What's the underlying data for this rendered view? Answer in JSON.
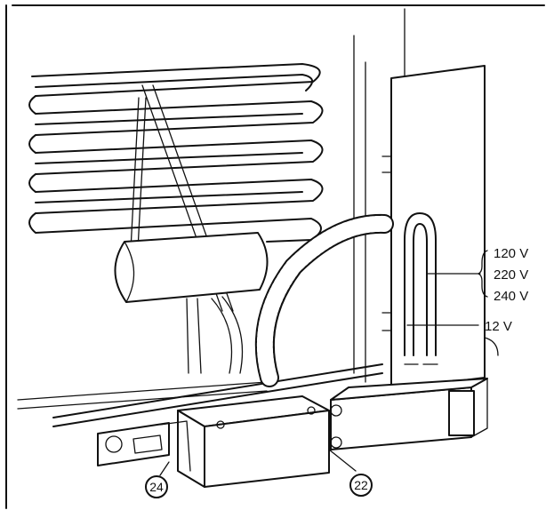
{
  "labels": {
    "v120": "120 V",
    "v220": "220 V",
    "v240": "240 V",
    "v12": "12 V"
  },
  "callouts": {
    "part24": "24",
    "part22": "22"
  },
  "colors": {
    "ink": "#111111",
    "paper": "#ffffff"
  }
}
